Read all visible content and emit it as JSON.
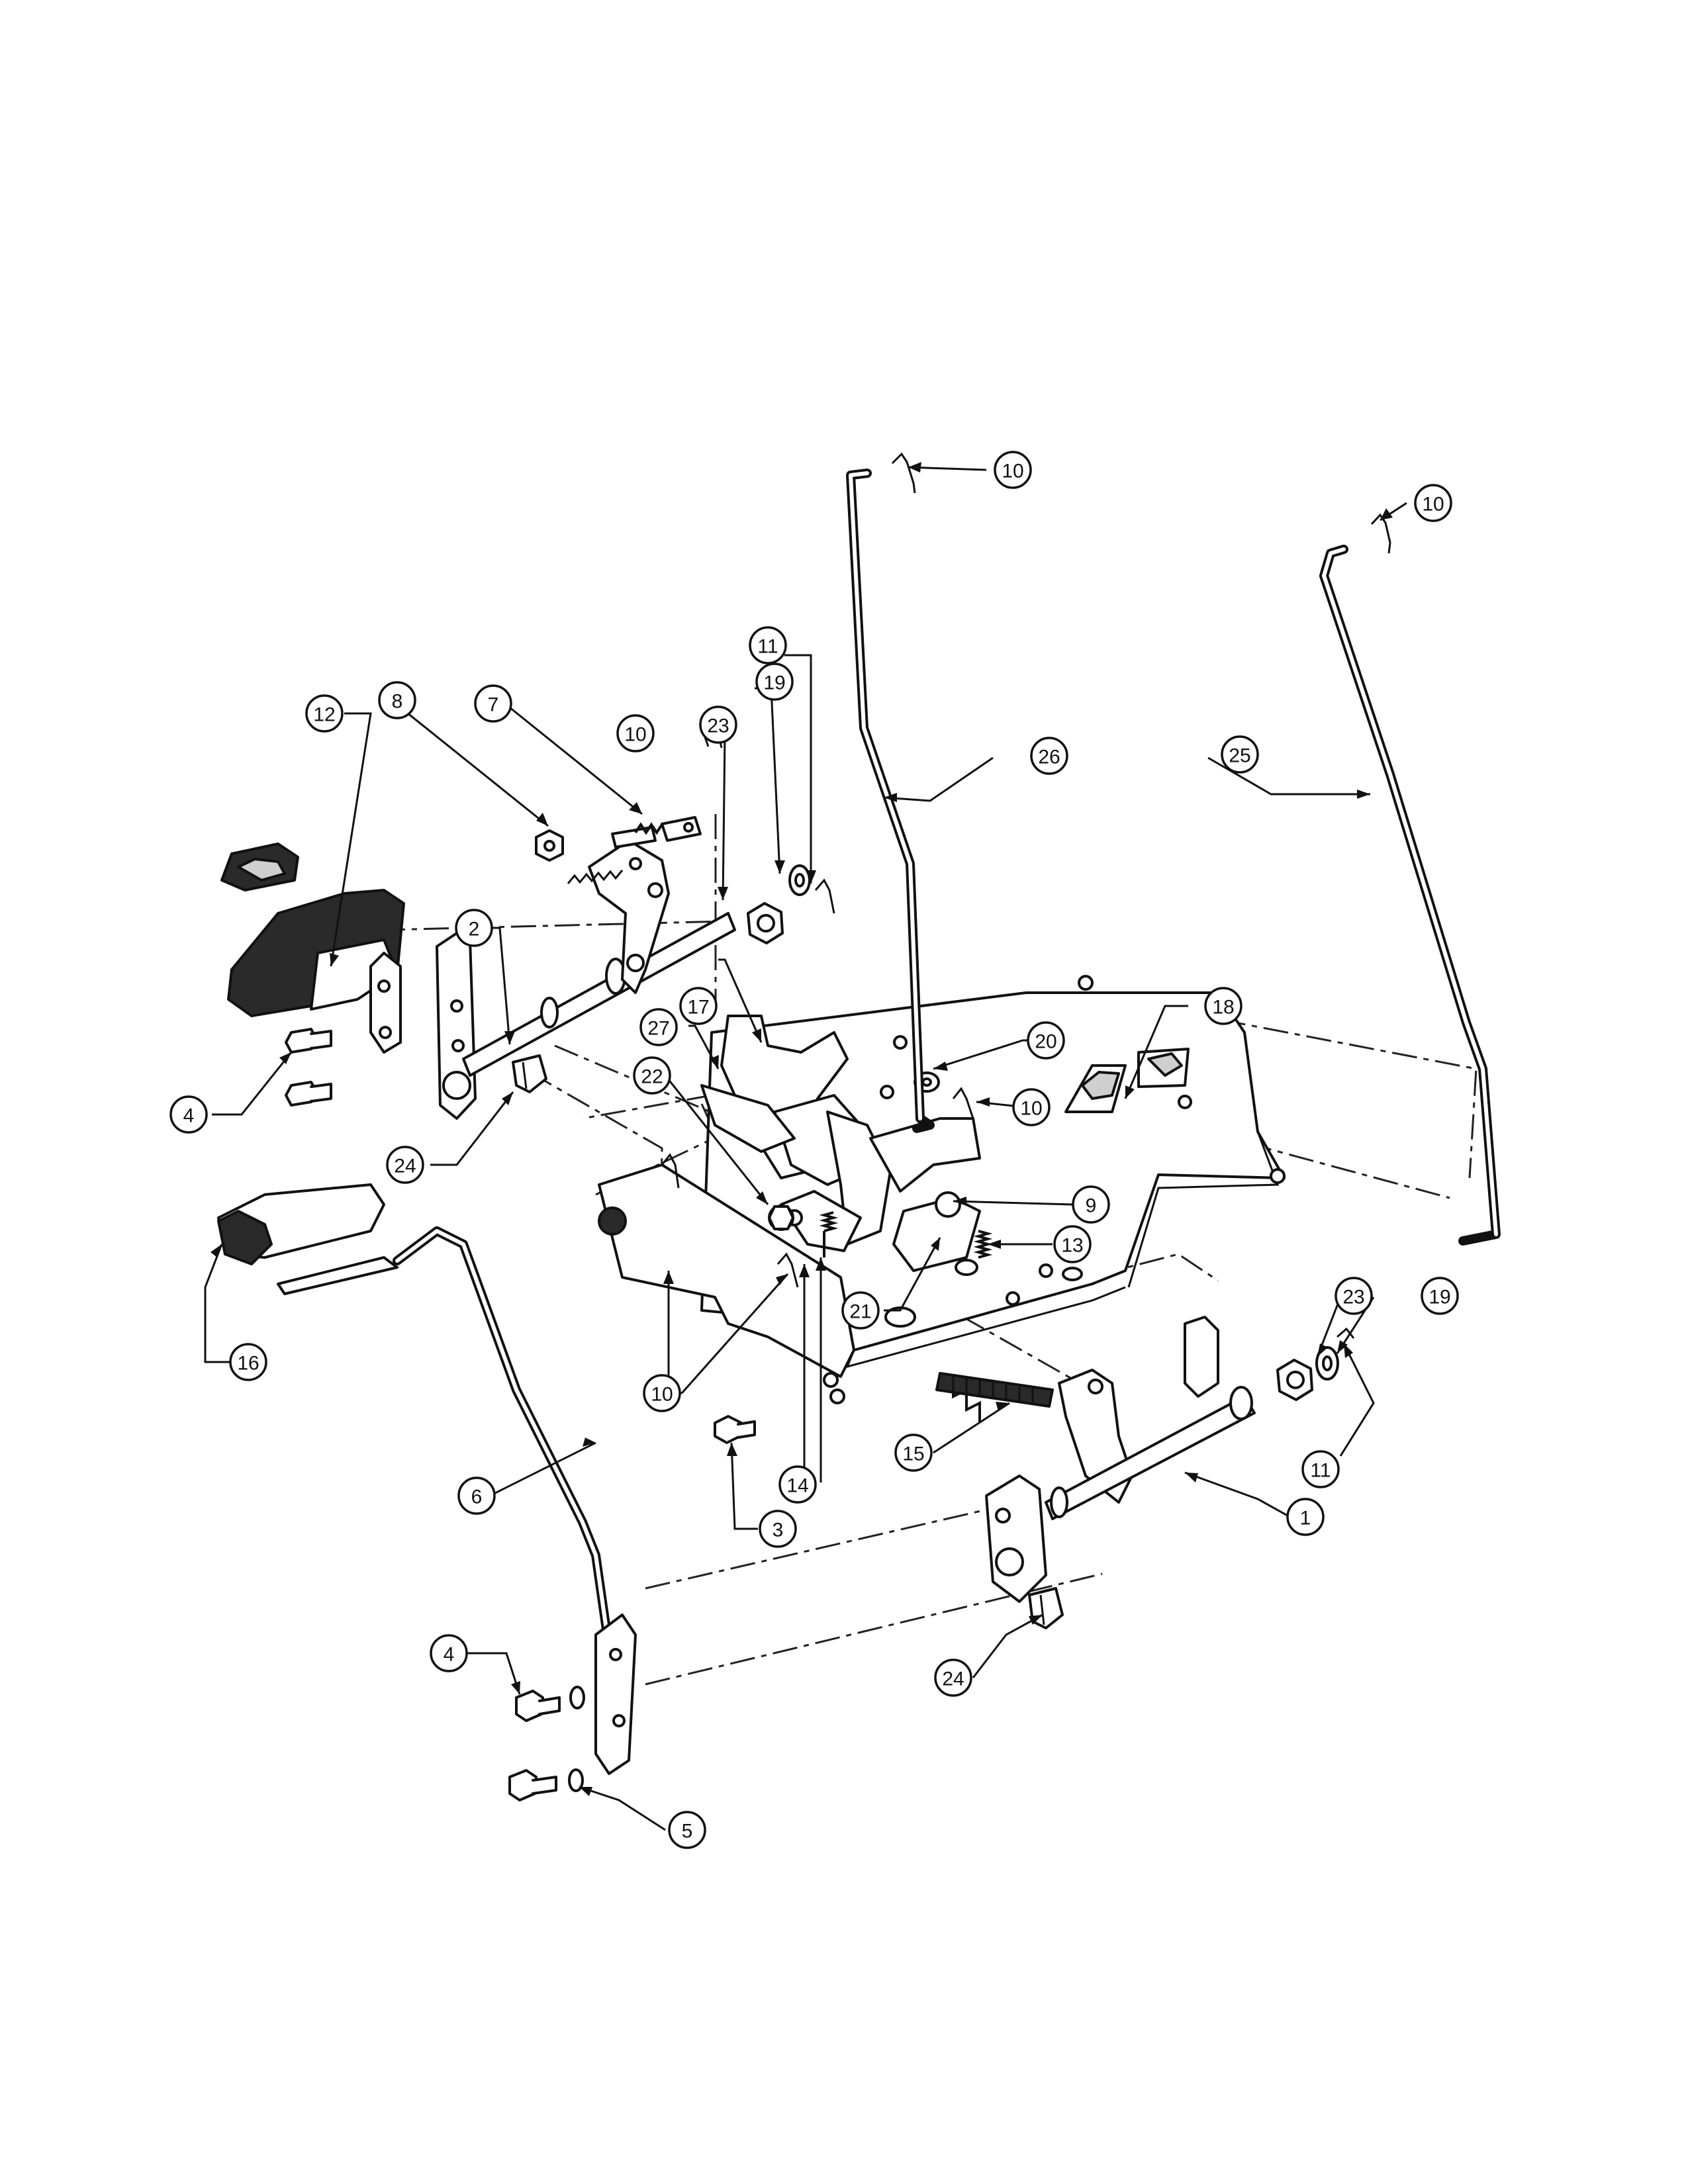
{
  "diagram": {
    "callouts": [
      {
        "id": "c10a",
        "label": "10"
      },
      {
        "id": "c10b",
        "label": "10"
      },
      {
        "id": "c11a",
        "label": "11"
      },
      {
        "id": "c19a",
        "label": "19"
      },
      {
        "id": "c23a",
        "label": "23"
      },
      {
        "id": "c10c",
        "label": "10"
      },
      {
        "id": "c7",
        "label": "7"
      },
      {
        "id": "c8",
        "label": "8"
      },
      {
        "id": "c12",
        "label": "12"
      },
      {
        "id": "c26",
        "label": "26"
      },
      {
        "id": "c25",
        "label": "25"
      },
      {
        "id": "c2",
        "label": "2"
      },
      {
        "id": "c17",
        "label": "17"
      },
      {
        "id": "c27",
        "label": "27"
      },
      {
        "id": "c18",
        "label": "18"
      },
      {
        "id": "c20",
        "label": "20"
      },
      {
        "id": "c10d",
        "label": "10"
      },
      {
        "id": "c4a",
        "label": "4"
      },
      {
        "id": "c22",
        "label": "22"
      },
      {
        "id": "c24a",
        "label": "24"
      },
      {
        "id": "c9",
        "label": "9"
      },
      {
        "id": "c13",
        "label": "13"
      },
      {
        "id": "c21",
        "label": "21"
      },
      {
        "id": "c16",
        "label": "16"
      },
      {
        "id": "c10e",
        "label": "10"
      },
      {
        "id": "c23b",
        "label": "23"
      },
      {
        "id": "c19b",
        "label": "19"
      },
      {
        "id": "c15",
        "label": "15"
      },
      {
        "id": "c11b",
        "label": "11"
      },
      {
        "id": "c6",
        "label": "6"
      },
      {
        "id": "c14",
        "label": "14"
      },
      {
        "id": "c3",
        "label": "3"
      },
      {
        "id": "c1",
        "label": "1"
      },
      {
        "id": "c4b",
        "label": "4"
      },
      {
        "id": "c24b",
        "label": "24"
      },
      {
        "id": "c5",
        "label": "5"
      }
    ]
  }
}
